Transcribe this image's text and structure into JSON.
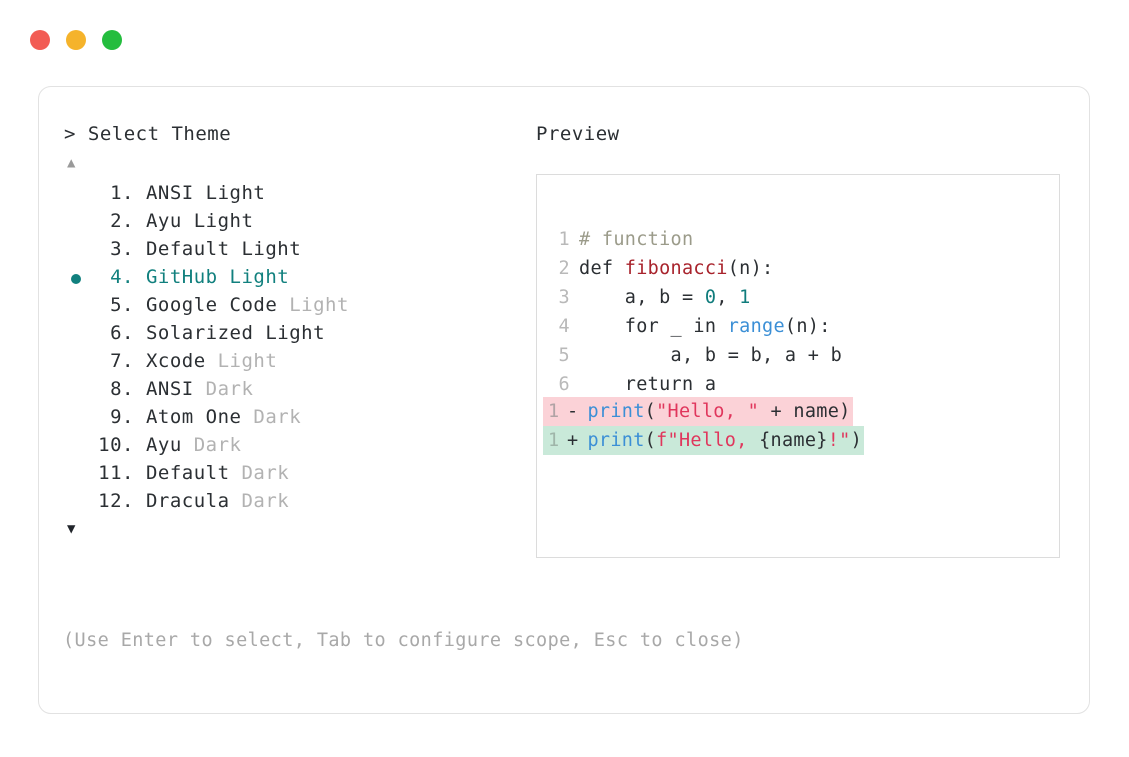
{
  "window": {
    "dots": [
      "close-red",
      "minimize-yellow",
      "maximize-green"
    ],
    "colors": {
      "red": "#f25c54",
      "yellow": "#f5b32b",
      "green": "#24bd3e",
      "accent_teal": "#11807e",
      "muted_gray": "#b2b2b2",
      "hint_gray": "#a8a8a8",
      "diff_removed_bg": "#fbd2d7",
      "diff_added_bg": "#c9e9d9"
    }
  },
  "selector": {
    "prompt": "> Select Theme",
    "scroll_up_icon": "▲",
    "scroll_down_icon": "▼",
    "selected_index": 4,
    "bullet_icon": "●",
    "items": [
      {
        "num": "1.",
        "name": "ANSI",
        "variant": "Light",
        "variant_muted": false,
        "selected": false
      },
      {
        "num": "2.",
        "name": "Ayu",
        "variant": "Light",
        "variant_muted": false,
        "selected": false
      },
      {
        "num": "3.",
        "name": "Default",
        "variant": "Light",
        "variant_muted": false,
        "selected": false
      },
      {
        "num": "4.",
        "name": "GitHub",
        "variant": "Light",
        "variant_muted": false,
        "selected": true
      },
      {
        "num": "5.",
        "name": "Google Code",
        "variant": "Light",
        "variant_muted": true,
        "selected": false
      },
      {
        "num": "6.",
        "name": "Solarized",
        "variant": "Light",
        "variant_muted": false,
        "selected": false
      },
      {
        "num": "7.",
        "name": "Xcode",
        "variant": "Light",
        "variant_muted": true,
        "selected": false
      },
      {
        "num": "8.",
        "name": "ANSI",
        "variant": "Dark",
        "variant_muted": true,
        "selected": false
      },
      {
        "num": "9.",
        "name": "Atom One",
        "variant": "Dark",
        "variant_muted": true,
        "selected": false
      },
      {
        "num": "10.",
        "name": "Ayu",
        "variant": "Dark",
        "variant_muted": true,
        "selected": false
      },
      {
        "num": "11.",
        "name": "Default",
        "variant": "Dark",
        "variant_muted": true,
        "selected": false
      },
      {
        "num": "12.",
        "name": "Dracula",
        "variant": "Dark",
        "variant_muted": true,
        "selected": false
      }
    ]
  },
  "hint": "(Use Enter to select, Tab to configure scope, Esc to close)",
  "preview": {
    "label": "Preview",
    "code_lines": [
      {
        "num": "1",
        "tokens": [
          {
            "t": "# function",
            "c": "comment"
          }
        ]
      },
      {
        "num": "2",
        "tokens": [
          {
            "t": "def ",
            "c": "kw"
          },
          {
            "t": "fibonacci",
            "c": "fn"
          },
          {
            "t": "(n):",
            "c": "plain"
          }
        ]
      },
      {
        "num": "3",
        "tokens": [
          {
            "t": "    a, b = ",
            "c": "plain"
          },
          {
            "t": "0",
            "c": "num"
          },
          {
            "t": ", ",
            "c": "plain"
          },
          {
            "t": "1",
            "c": "num"
          }
        ]
      },
      {
        "num": "4",
        "tokens": [
          {
            "t": "    for _ in ",
            "c": "plain"
          },
          {
            "t": "range",
            "c": "builtin"
          },
          {
            "t": "(n):",
            "c": "plain"
          }
        ]
      },
      {
        "num": "5",
        "tokens": [
          {
            "t": "        a, b = b, a + b",
            "c": "plain"
          }
        ]
      },
      {
        "num": "6",
        "tokens": [
          {
            "t": "    return a",
            "c": "plain"
          }
        ]
      }
    ],
    "diff_lines": [
      {
        "num": "1",
        "sign": "-",
        "kind": "removed",
        "tokens": [
          {
            "t": "print",
            "c": "builtin"
          },
          {
            "t": "(",
            "c": "plain"
          },
          {
            "t": "\"Hello, \"",
            "c": "str"
          },
          {
            "t": " + name)",
            "c": "plain"
          }
        ]
      },
      {
        "num": "1",
        "sign": "+",
        "kind": "added",
        "tokens": [
          {
            "t": "print",
            "c": "builtin"
          },
          {
            "t": "(",
            "c": "plain"
          },
          {
            "t": "f\"Hello, ",
            "c": "str"
          },
          {
            "t": "{name}",
            "c": "plain"
          },
          {
            "t": "!\"",
            "c": "str"
          },
          {
            "t": ")",
            "c": "plain"
          }
        ]
      }
    ]
  }
}
